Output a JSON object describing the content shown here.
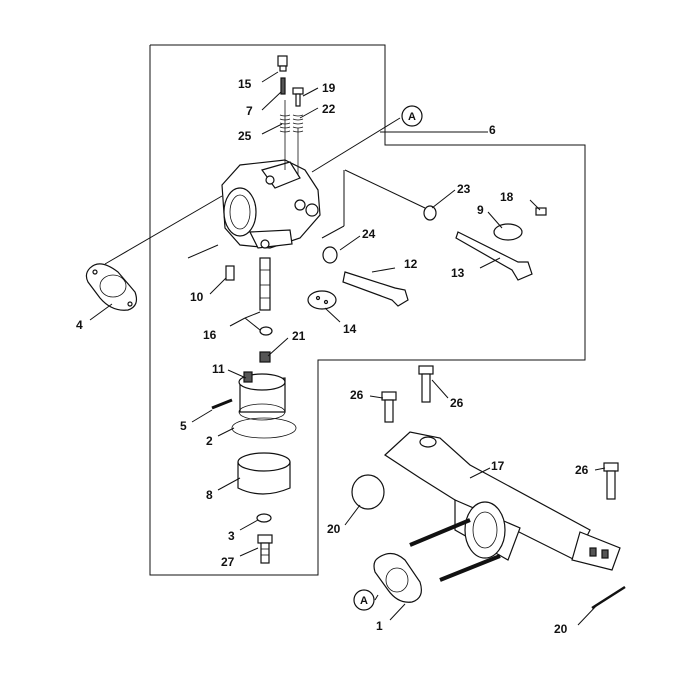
{
  "diagram": {
    "callouts": [
      {
        "id": "c15",
        "text": "15"
      },
      {
        "id": "c7",
        "text": "7"
      },
      {
        "id": "c19",
        "text": "19"
      },
      {
        "id": "c22",
        "text": "22"
      },
      {
        "id": "c25",
        "text": "25"
      },
      {
        "id": "c6",
        "text": "6"
      },
      {
        "id": "c23",
        "text": "23"
      },
      {
        "id": "c18",
        "text": "18"
      },
      {
        "id": "c9",
        "text": "9"
      },
      {
        "id": "c24",
        "text": "24"
      },
      {
        "id": "c12",
        "text": "12"
      },
      {
        "id": "c13",
        "text": "13"
      },
      {
        "id": "c10",
        "text": "10"
      },
      {
        "id": "c4",
        "text": "4"
      },
      {
        "id": "c16",
        "text": "16"
      },
      {
        "id": "c14",
        "text": "14"
      },
      {
        "id": "c21",
        "text": "21"
      },
      {
        "id": "c11",
        "text": "11"
      },
      {
        "id": "c5",
        "text": "5"
      },
      {
        "id": "c2",
        "text": "2"
      },
      {
        "id": "c8",
        "text": "8"
      },
      {
        "id": "c3",
        "text": "3"
      },
      {
        "id": "c27",
        "text": "27"
      },
      {
        "id": "c26a",
        "text": "26"
      },
      {
        "id": "c26b",
        "text": "26"
      },
      {
        "id": "c26c",
        "text": "26"
      },
      {
        "id": "c17",
        "text": "17"
      },
      {
        "id": "c20a",
        "text": "20"
      },
      {
        "id": "c1",
        "text": "1"
      },
      {
        "id": "c20b",
        "text": "20"
      }
    ],
    "reference_markers": [
      {
        "id": "refA1",
        "text": "A"
      },
      {
        "id": "refA2",
        "text": "A"
      }
    ]
  }
}
